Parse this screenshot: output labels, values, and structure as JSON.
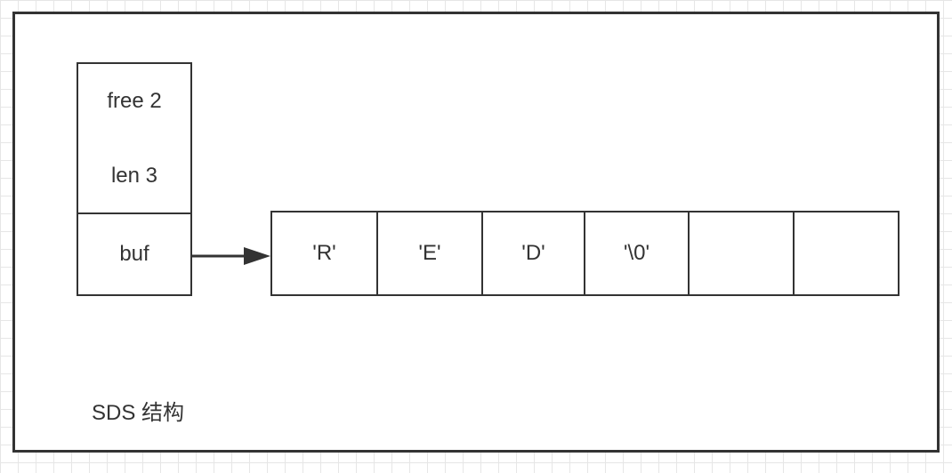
{
  "sds": {
    "fields": {
      "free": "free 2",
      "len": "len 3",
      "buf": "buf"
    },
    "buffer": [
      "'R'",
      "'E'",
      "'D'",
      "'\\0'",
      "",
      ""
    ],
    "caption": "SDS 结构"
  },
  "colors": {
    "stroke": "#333333",
    "grid": "#e6e6e6",
    "background": "#ffffff"
  }
}
